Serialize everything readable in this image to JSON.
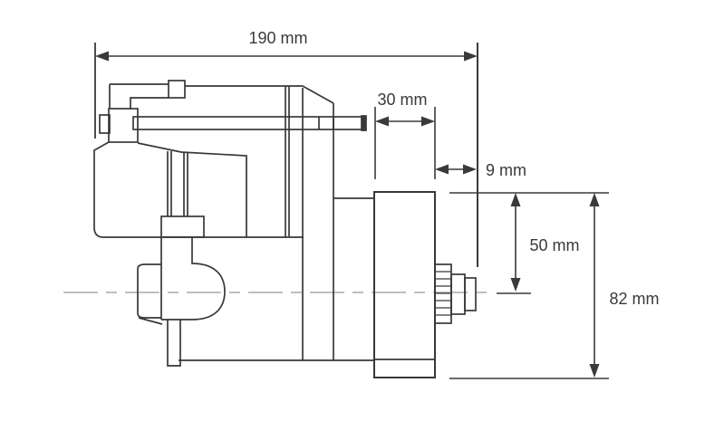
{
  "dimensions": {
    "overall_length": {
      "label": "190 mm",
      "value": 190,
      "unit": "mm"
    },
    "top_section": {
      "label": "30 mm",
      "value": 30,
      "unit": "mm"
    },
    "offset": {
      "label": "9 mm",
      "value": 9,
      "unit": "mm"
    },
    "center_height": {
      "label": "50 mm",
      "value": 50,
      "unit": "mm"
    },
    "overall_height": {
      "label": "82 mm",
      "value": 82,
      "unit": "mm"
    }
  },
  "colors": {
    "line": "#383838",
    "dimension": "#3a3a3a",
    "centerline": "#a8a8a8",
    "text": "#3a3a3a",
    "background": "#ffffff"
  }
}
